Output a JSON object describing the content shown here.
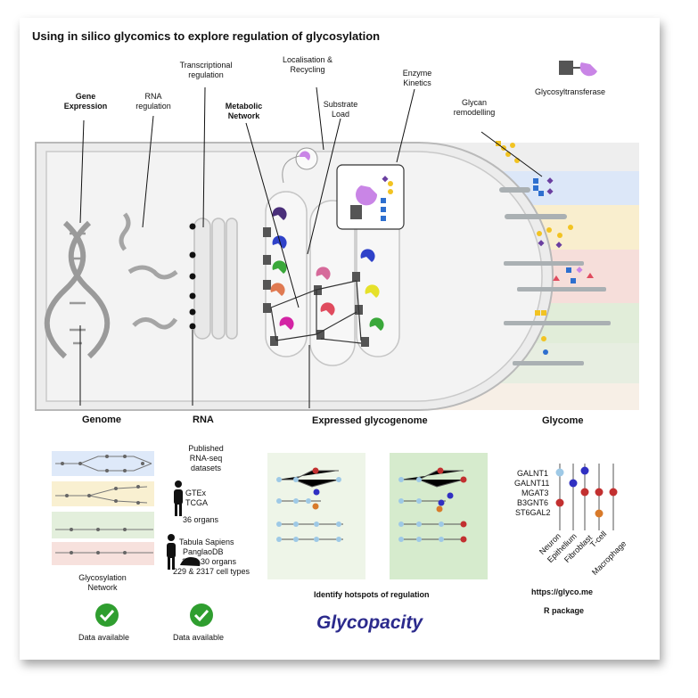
{
  "title": "Using in silico glycomics to explore regulation of glycosylation",
  "labels": {
    "gene_expression": "Gene Expression",
    "rna_regulation": "RNA regulation",
    "transcriptional_regulation": "Transcriptional regulation",
    "metabolic_network": "Metabolic Network",
    "localisation": "Localisation & Recycling",
    "substrate_load": "Substrate Load",
    "enzyme_kinetics": "Enzyme Kinetics",
    "glycan_remodelling": "Glycan remodelling",
    "glycosyltransferase": "Glycosyltransferase",
    "genome": "Genome",
    "rna": "RNA",
    "expressed_glycogenome": "Expressed glycogenome",
    "glycome": "Glycome"
  },
  "bottom": {
    "published_datasets": "Published RNA-seq datasets",
    "gtex": "GTEx",
    "tcga": "TCGA",
    "organs36": "36 organs",
    "tabula": "Tabula Sapiens",
    "panglao": "PanglaoDB",
    "organs_2430": "24 & 30 organs",
    "cell_types": "229 & 2317 cell types",
    "glycosylation_network": "Glycosylation Network",
    "data_available_1": "Data available",
    "data_available_2": "Data available",
    "identify_hotspots": "Identify hotspots of regulation",
    "brand": "Glycopacity",
    "url": "https://glyco.me",
    "r_package": "R package",
    "genes": [
      "GALNT1",
      "GALNT11",
      "MGAT3",
      "B3GNT6",
      "ST6GAL2"
    ],
    "cell_columns": [
      "Neuron",
      "Epithelium",
      "Fibroblast",
      "T-cell",
      "Macrophage"
    ]
  },
  "colors": {
    "cell_fill": "#efefef",
    "cell_stroke": "#b9b9b9",
    "enzyme_purple": "#c985e6",
    "brand_blue": "#2b2a8c",
    "check_green": "#2f9e2f",
    "band_blue": "#d6e3f7",
    "band_yellow": "#f8ecc6",
    "band_pink": "#f5d9d4",
    "band_green": "#dcebd3"
  }
}
